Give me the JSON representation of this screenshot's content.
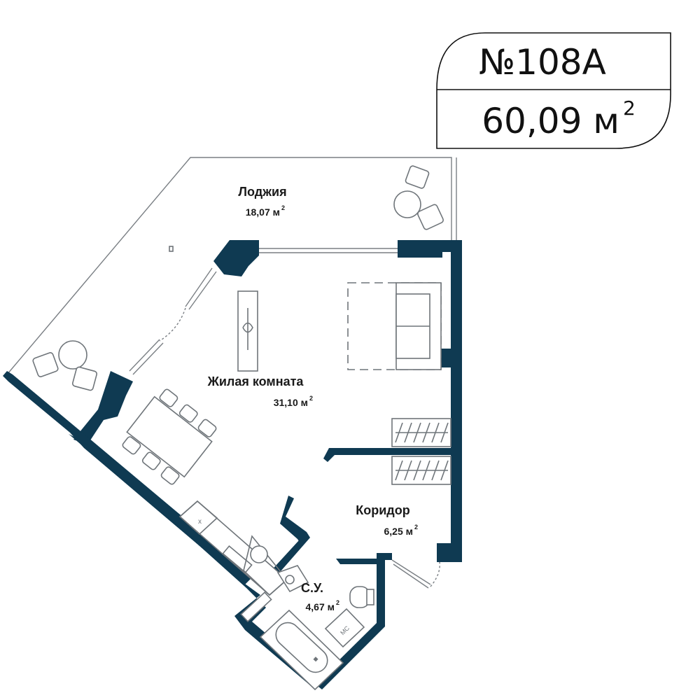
{
  "badge": {
    "number": "№108А",
    "total_area": "60,09 м",
    "unit_exp": "2"
  },
  "rooms": {
    "loggia": {
      "name": "Лоджия",
      "area": "18,07 м",
      "exp": "2"
    },
    "living": {
      "name": "Жилая комната",
      "area": "31,10 м",
      "exp": "2"
    },
    "corridor": {
      "name": "Коридор",
      "area": "6,25 м",
      "exp": "2"
    },
    "bathroom": {
      "name": "С.У.",
      "area": "4,67 м",
      "exp": "2"
    }
  },
  "fixtures": {
    "washer_label": "МС"
  },
  "colors": {
    "wall": "#0f3a52",
    "line": "#7a7f84",
    "text": "#1a1a1a"
  }
}
